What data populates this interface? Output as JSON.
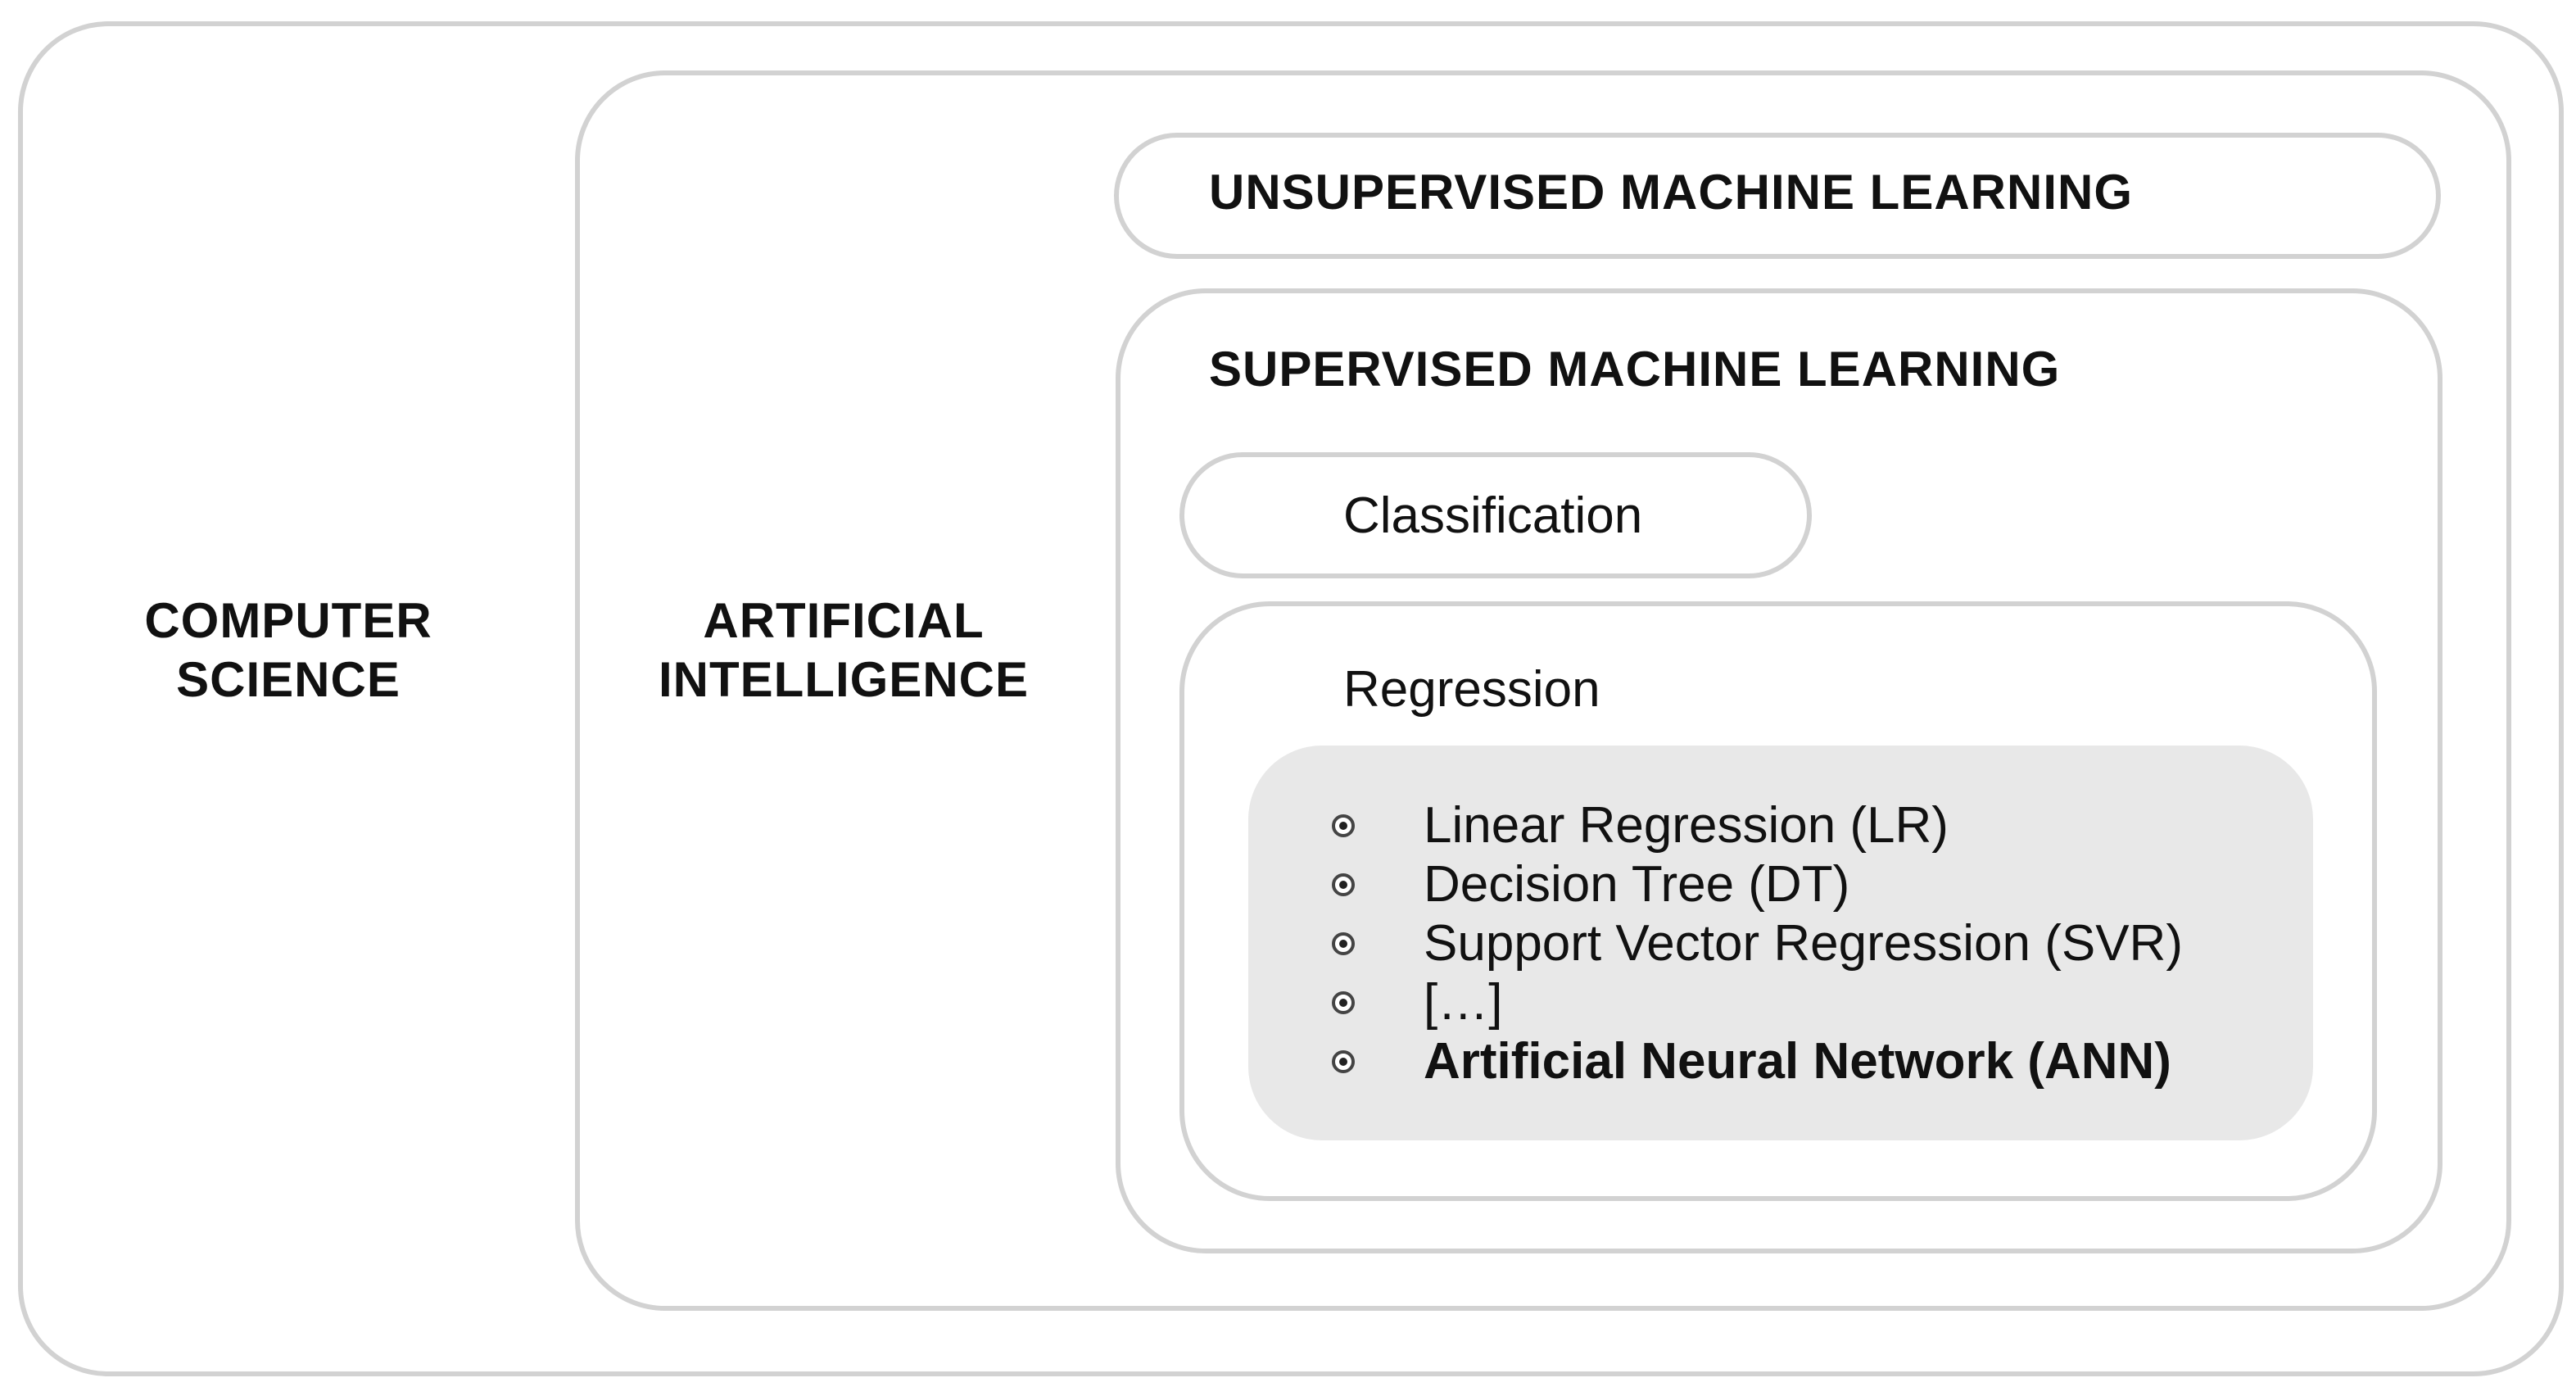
{
  "computer_science": {
    "label": "COMPUTER SCIENCE"
  },
  "artificial_intelligence": {
    "label": "ARTIFICIAL INTELLIGENCE"
  },
  "unsupervised": {
    "label": "UNSUPERVISED MACHINE LEARNING"
  },
  "supervised": {
    "label": "SUPERVISED MACHINE LEARNING",
    "classification": {
      "label": "Classification"
    },
    "regression": {
      "label": "Regression",
      "algorithms": [
        {
          "text": "Linear Regression (LR)",
          "emphasis": false
        },
        {
          "text": "Decision Tree (DT)",
          "emphasis": false
        },
        {
          "text": "Support Vector Regression (SVR)",
          "emphasis": false
        },
        {
          "text": "[…]",
          "emphasis": false
        },
        {
          "text": "Artificial Neural Network (ANN)",
          "emphasis": true
        }
      ]
    }
  },
  "colors": {
    "border": "#d2d2d2",
    "panel": "#e8e8e8",
    "text": "#111111"
  }
}
